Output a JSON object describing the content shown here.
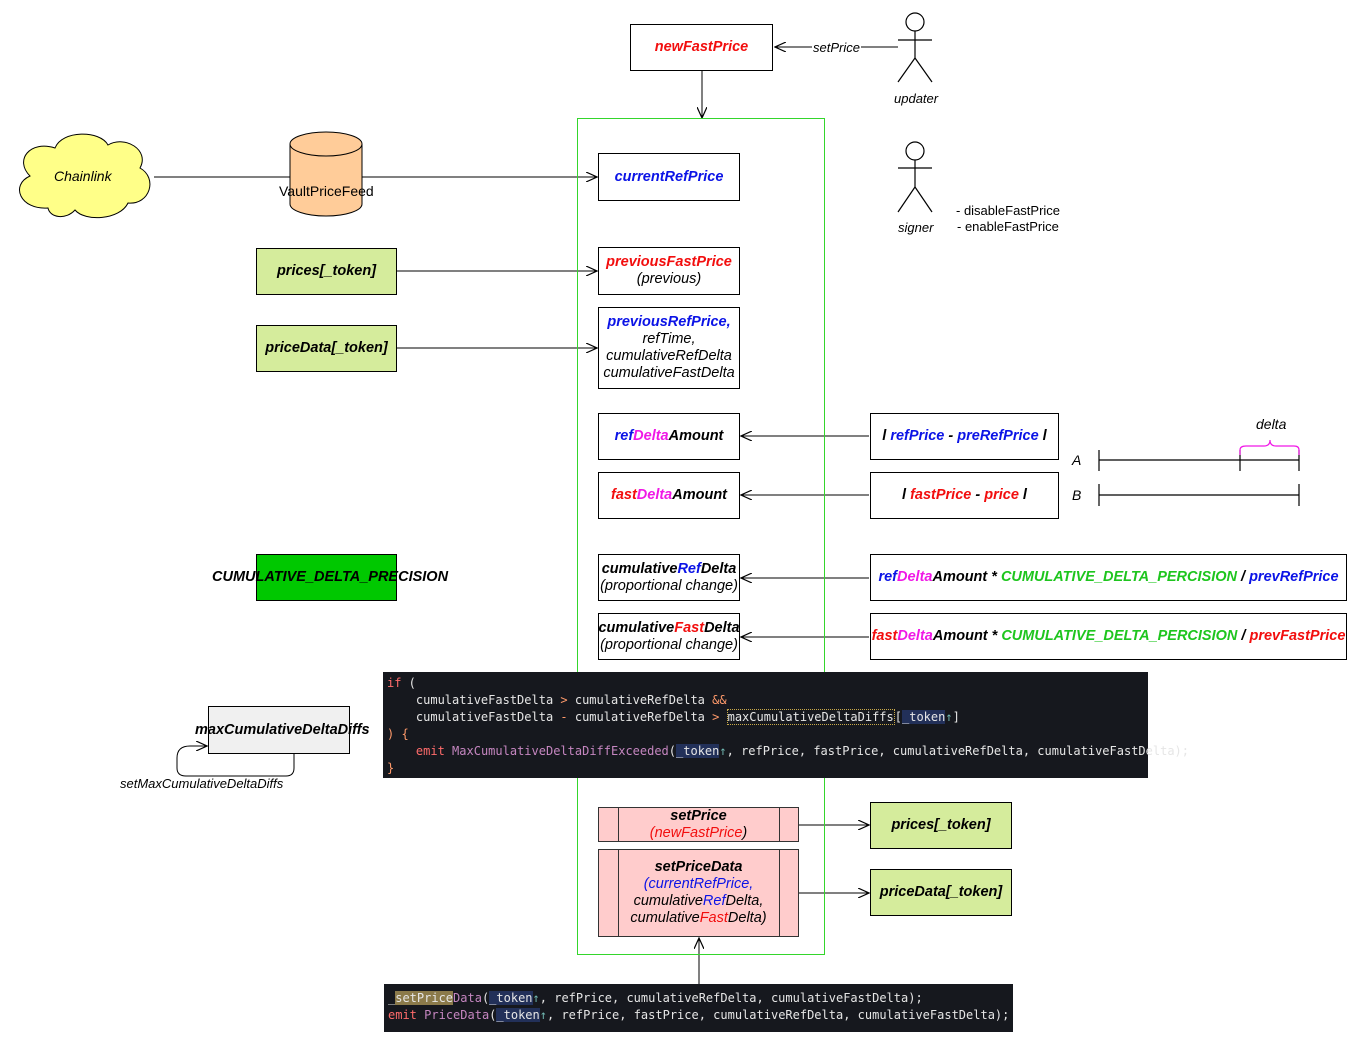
{
  "nodes": {
    "new_fast_price": "newFastPrice",
    "updater": "updater",
    "set_price_edge": "setPrice",
    "signer": "signer",
    "signer_actions": [
      "- disableFastPrice",
      "- enableFastPrice"
    ],
    "chainlink": "Chainlink",
    "vault_price_feed": "VaultPriceFeed",
    "current_ref_price": "currentRefPrice",
    "prices_token": "prices[_token]",
    "previous_fast_price": "previousFastPrice",
    "previous_label": "(previous)",
    "price_data_token": "priceData[_token]",
    "previous_ref_price": "previousRefPrice,",
    "ref_time": "refTime,",
    "cumulative_ref_delta_plain": "cumulativeRefDelta",
    "cumulative_fast_delta_plain": "cumulativeFastDelta",
    "ref_delta_amount": [
      "ref",
      "Delta",
      "Amount"
    ],
    "ref_delta_formula": [
      "l ",
      "refPrice",
      " - ",
      "preRefPrice",
      " l"
    ],
    "fast_delta_amount": [
      "fast",
      "Delta",
      "Amount"
    ],
    "fast_delta_formula": [
      "l ",
      "fastPrice",
      " - ",
      "price",
      " l"
    ],
    "line_a": "A",
    "line_b": "B",
    "delta_label": "delta",
    "cumulative_delta_precision": "CUMULATIVE_DELTA_PRECISION",
    "cumulative_ref_delta": [
      "cumulative",
      "Ref",
      "Delta"
    ],
    "cumulative_fast_delta": [
      "cumulative",
      "Fast",
      "Delta"
    ],
    "proportional_change": "(proportional change)",
    "ref_formula": [
      "ref",
      "Delta",
      "Amount * ",
      "CUMULATIVE_DELTA_PERCISION",
      " / ",
      "prevRefPrice"
    ],
    "fast_formula": [
      "fast",
      "Delta",
      "Amount * ",
      "CUMULATIVE_DELTA_PERCISION",
      " / ",
      "prevFastPrice"
    ],
    "max_cumulative_delta_diffs": "maxCumulativeDeltaDiffs",
    "set_max_cumulative_delta_diffs": "setMaxCumulativeDeltaDiffs",
    "set_price": "setPrice",
    "set_price_arg": [
      "(",
      "newFastPrice",
      ")"
    ],
    "prices_token_out": "prices[_token]",
    "set_price_data": "setPriceData",
    "set_price_data_args": [
      "(",
      "currentRefPrice,",
      "cumulative",
      "Ref",
      "Delta,",
      "cumulative",
      "Fast",
      "Delta)"
    ],
    "price_data_token_out": "priceData[_token]"
  },
  "code_top": {
    "l1": [
      "if",
      " ("
    ],
    "l2": [
      "    cumulativeFastDelta ",
      ">",
      " cumulativeRefDelta ",
      "&&"
    ],
    "l3": [
      "    cumulativeFastDelta ",
      "-",
      " cumulativeRefDelta ",
      ">",
      " ",
      "maxCumulativeDeltaDiffs",
      "[",
      "_token",
      "↑",
      "]"
    ],
    "l4": [
      ") {"
    ],
    "l5": [
      "    ",
      "emit",
      " ",
      "MaxCumulativeDeltaDiffExceeded",
      "(",
      "_token",
      "↑",
      ", refPrice, fastPrice, cumulativeRefDelta, cumulativeFastDelta);"
    ],
    "l6": [
      "}"
    ]
  },
  "code_bottom": {
    "l1": [
      "_",
      "setPrice",
      "Data",
      "(",
      "_token",
      "↑",
      ", refPrice, cumulativeRefDelta, cumulativeFastDelta);"
    ],
    "l2": [
      "emit",
      " ",
      "PriceData",
      "(",
      "_token",
      "↑",
      ", refPrice, fastPrice, cumulativeRefDelta, cumulativeFastDelta);"
    ]
  },
  "colors": {
    "frame_green": "#34d62c",
    "lime_fill": "#d5ec9c",
    "pink_fill": "#ffcccc",
    "cylinder_fill": "#ffcc99",
    "cloud_fill": "#ffff88",
    "red_text": "#f20e0e",
    "blue_text": "#0b13e6",
    "magenta_text": "#f018e6",
    "green_text": "#1ec51e"
  }
}
